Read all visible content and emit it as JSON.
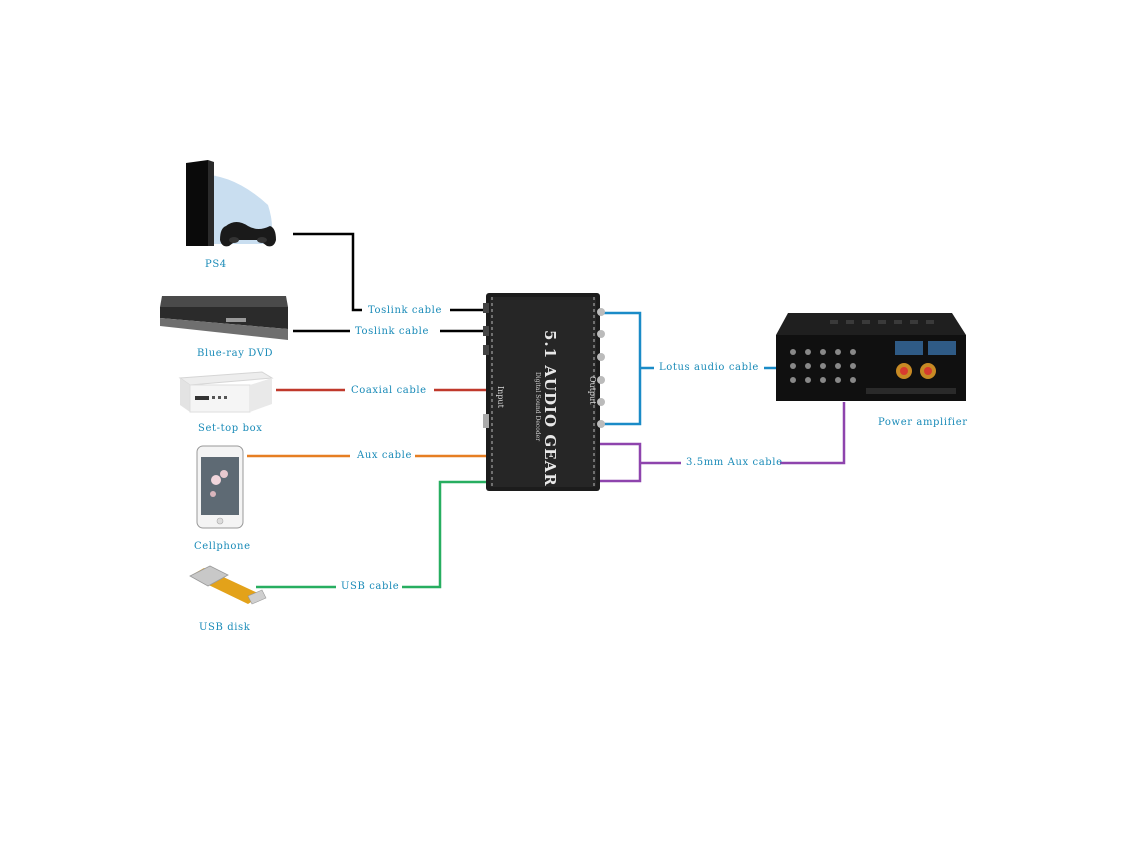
{
  "devices": {
    "ps4": "PS4",
    "bluray": "Blue-ray DVD",
    "settop": "Set-top box",
    "cellphone": "Cellphone",
    "usb_disk": "USB disk",
    "amplifier": "Power amplifier"
  },
  "decoder": {
    "title": "5.1 AUDIO GEAR",
    "subtitle": "Digital Sound Decoder",
    "input_label": "Input",
    "output_label": "Output"
  },
  "cables": {
    "toslink_1": "Toslink cable",
    "toslink_2": "Toslink cable",
    "coaxial": "Coaxial cable",
    "aux": "Aux cable",
    "usb": "USB cable",
    "lotus": "Lotus audio cable",
    "aux35": "3.5mm Aux cable"
  },
  "colors": {
    "toslink": "#000000",
    "coaxial": "#c0392b",
    "aux": "#e67e22",
    "usb": "#27ae60",
    "lotus": "#1a8bc7",
    "aux35": "#8e44ad",
    "label_text": "#1a8bb8"
  }
}
